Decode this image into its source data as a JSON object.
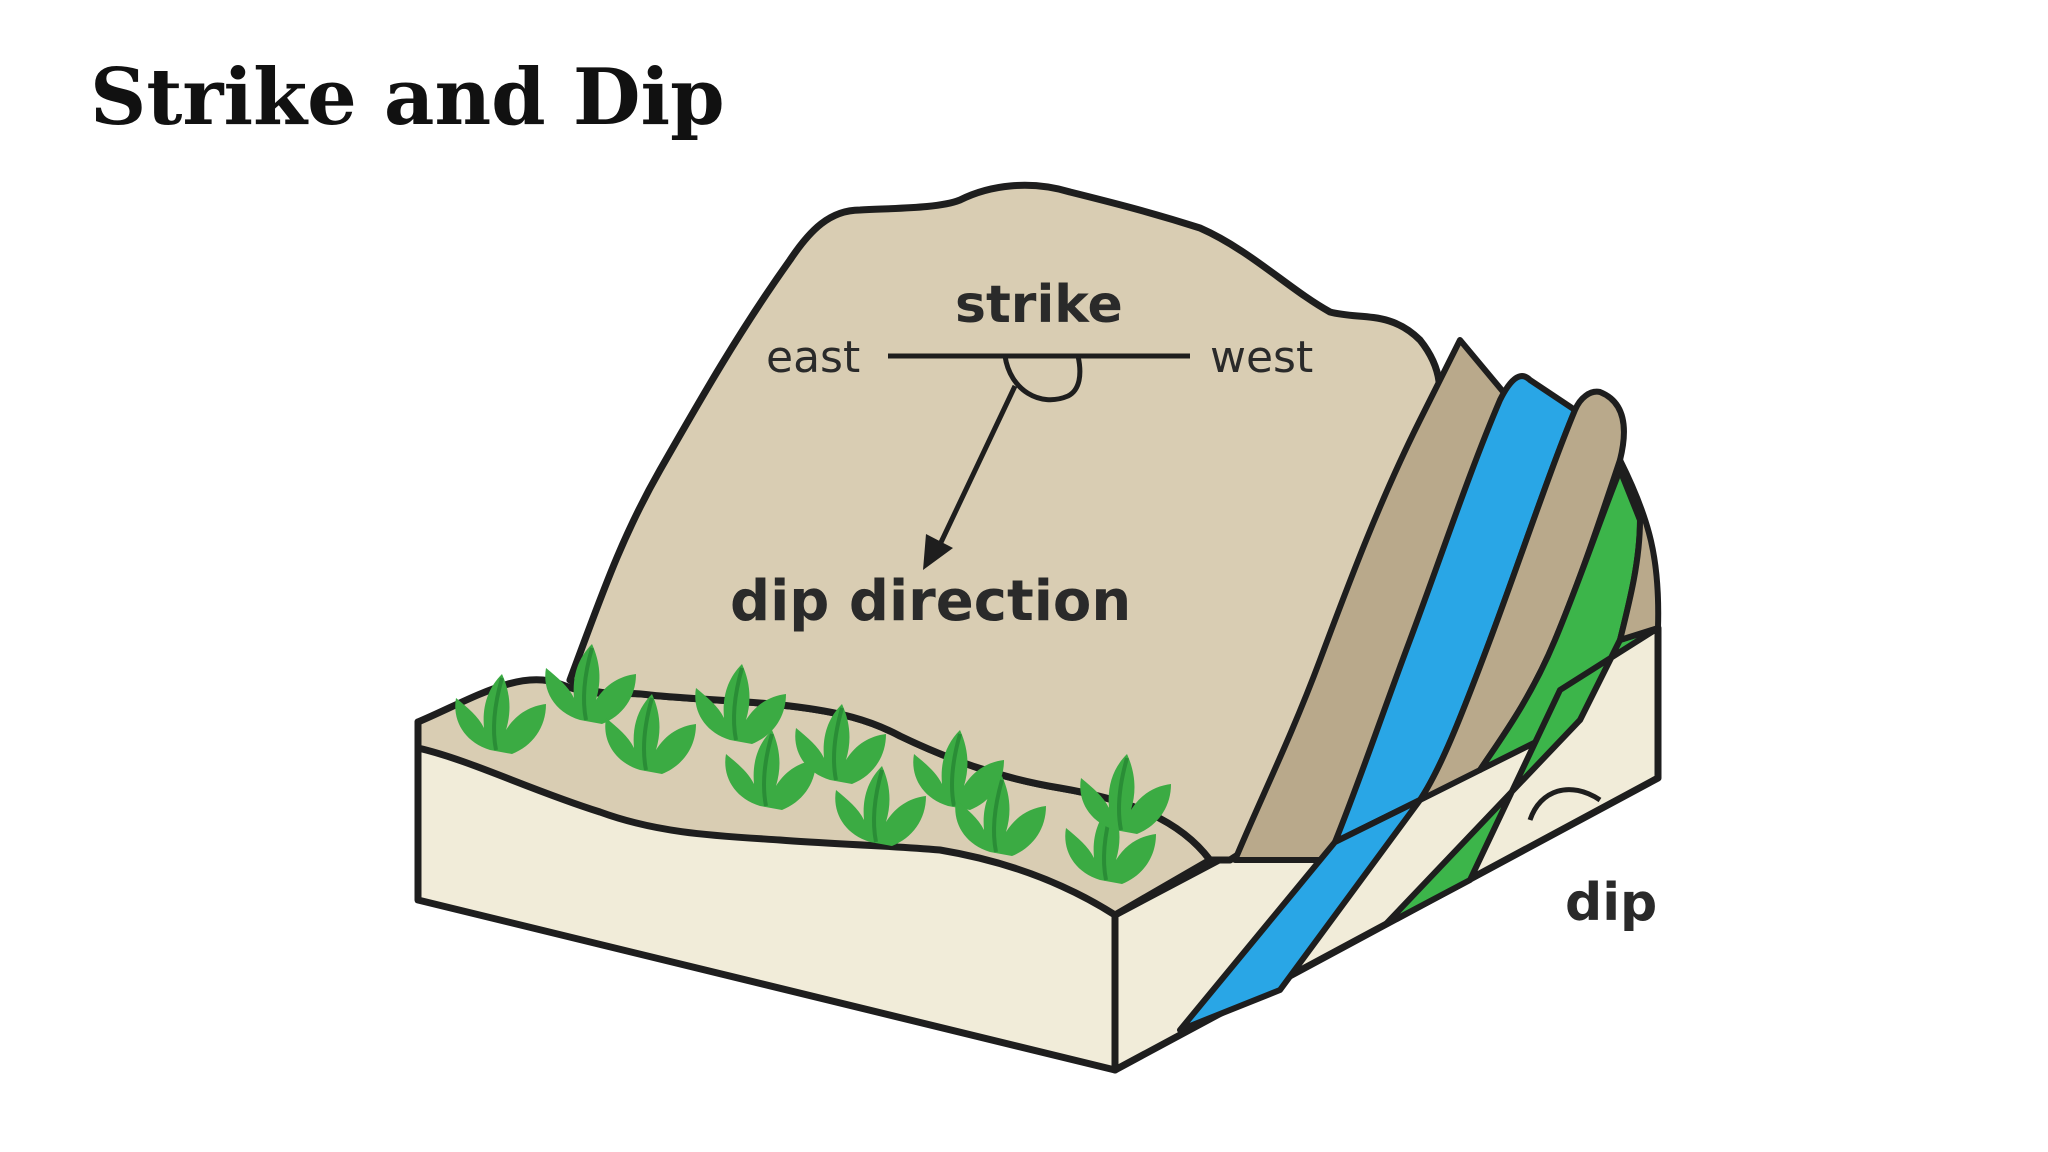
{
  "title": "Strike and Dip",
  "labels": {
    "strike": "strike",
    "east": "east",
    "west": "west",
    "dip_direction": "dip direction",
    "dip": "dip"
  },
  "colors": {
    "rock_top": "#d9cdb3",
    "rock_side": "#f1ecd9",
    "shadow_layer": "#b9a98b",
    "blue_layer": "#29a6e6",
    "green_layer": "#3cb54a",
    "plant": "#3bab43",
    "outline": "#1e1e1e"
  }
}
